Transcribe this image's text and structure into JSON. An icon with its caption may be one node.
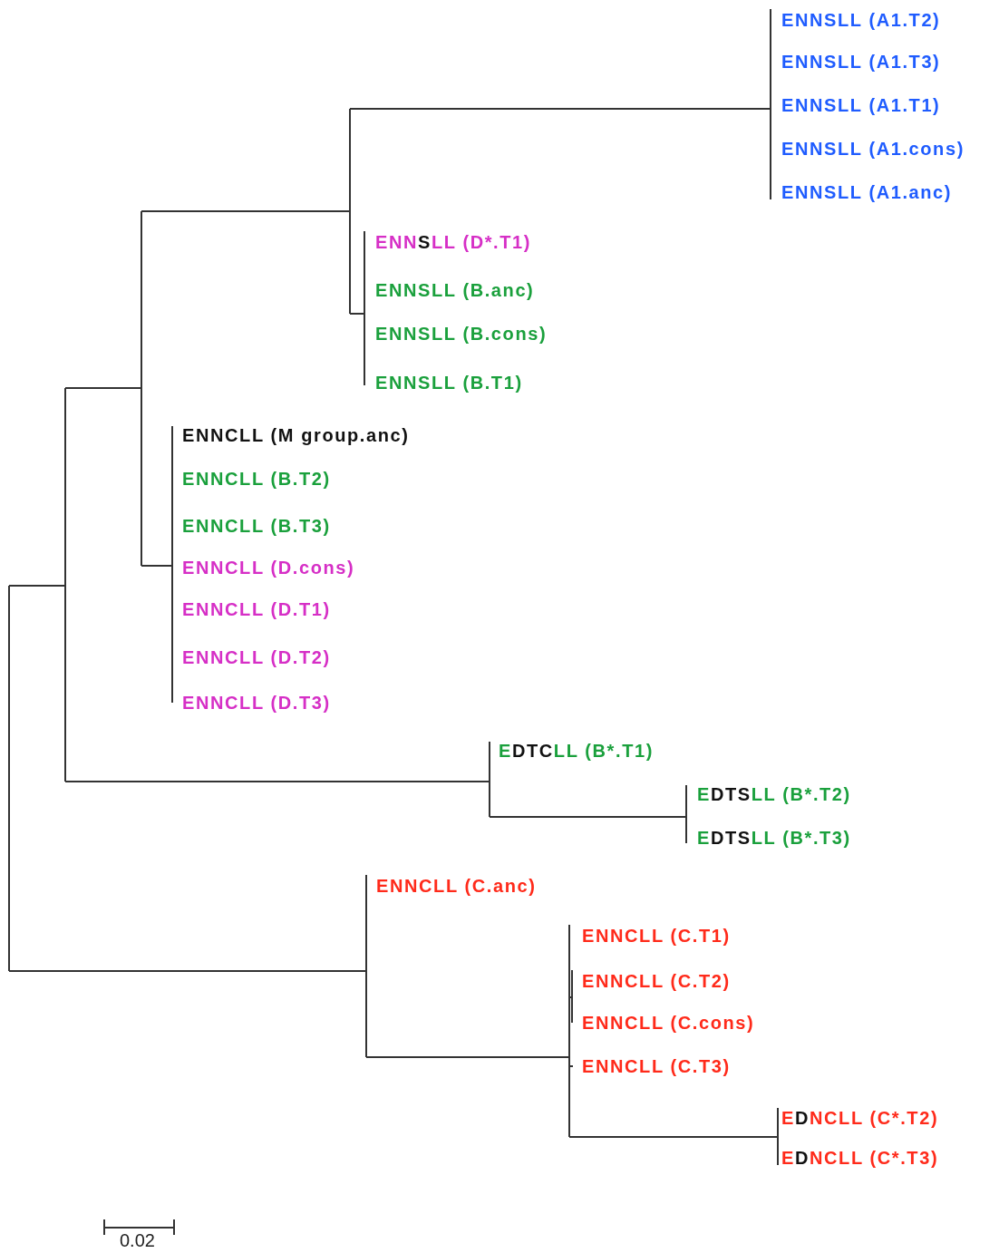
{
  "diagram": {
    "nodes": [
      {
        "text": [
          "ENNSLL (A1.T2)"
        ]
      },
      {
        "text": [
          "ENNSLL (A1.T3)"
        ]
      },
      {
        "text": [
          "ENNSLL (A1.T1)"
        ]
      },
      {
        "text": [
          "ENNSLL (A1.cons)"
        ]
      },
      {
        "text": [
          "ENNSLL (A1.anc)"
        ]
      },
      {
        "text": [
          "ENN**S**LL (D*.T1)"
        ]
      },
      {
        "text": [
          "ENNSLL (B.anc)"
        ]
      },
      {
        "text": [
          "ENNSLL (B.cons)"
        ]
      },
      {
        "text": [
          "ENNSLL (B.T1)"
        ]
      },
      {
        "text": [
          "ENNCLL (M group.anc)"
        ]
      },
      {
        "text": [
          "ENNCLL (B.T2)"
        ]
      },
      {
        "text": [
          "ENNCLL (B.T3)"
        ]
      },
      {
        "text": [
          "ENNCLL (D.cons)"
        ]
      },
      {
        "text": [
          "ENNCLL (D.T1)"
        ]
      },
      {
        "text": [
          "ENNCLL (D.T2)"
        ]
      },
      {
        "text": [
          "ENNCLL (D.T3)"
        ]
      },
      {
        "text": [
          "E**DTC**LL (B*.T1)"
        ]
      },
      {
        "text": [
          "E**DTS**LL (B*.T2)"
        ]
      },
      {
        "text": [
          "E**DTS**LL (B*.T3)"
        ]
      },
      {
        "text": [
          "ENNCLL (C.anc)"
        ]
      },
      {
        "text": [
          "ENNCLL (C.T1)"
        ]
      },
      {
        "text": [
          "ENNCLL (C.T2)"
        ]
      },
      {
        "text": [
          "ENNCLL (C.cons)"
        ]
      },
      {
        "text": [
          "ENNCLL (C.T3)"
        ]
      },
      {
        "text": [
          "E**D**NCLL (C*.T2)"
        ]
      },
      {
        "text": [
          "E**D**NCLL (C*.T3)"
        ]
      }
    ],
    "labels": [
      "0.02"
    ]
  }
}
